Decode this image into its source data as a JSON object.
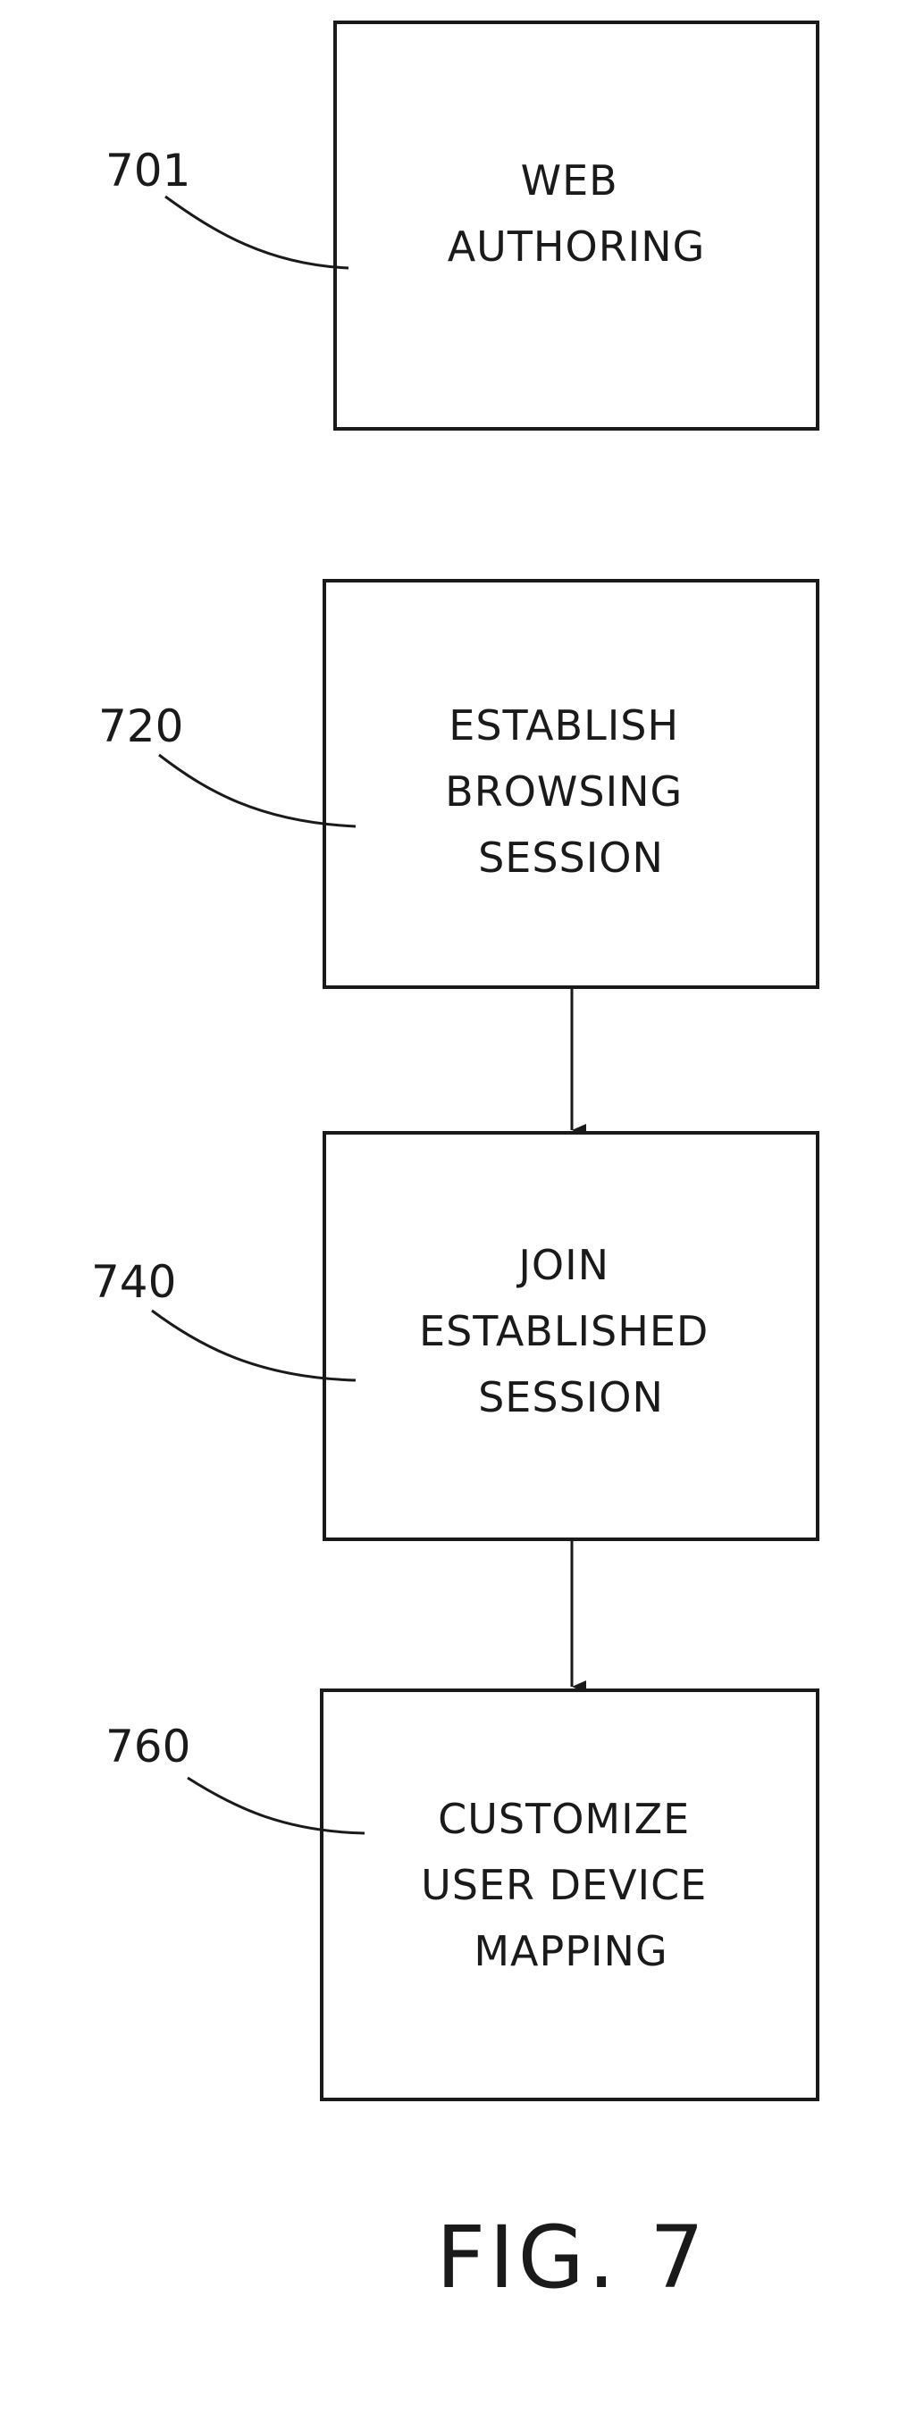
{
  "steps": [
    {
      "ref": "701",
      "lines": [
        "WEB",
        "AUTHORING"
      ]
    },
    {
      "ref": "720",
      "lines": [
        "ESTABLISH",
        "BROWSING",
        "SESSION"
      ]
    },
    {
      "ref": "740",
      "lines": [
        "JOIN",
        "ESTABLISHED",
        "SESSION"
      ]
    },
    {
      "ref": "760",
      "lines": [
        "CUSTOMIZE",
        "USER DEVICE",
        "MAPPING"
      ]
    }
  ],
  "arrows": [
    {
      "from": 1,
      "to": 2
    },
    {
      "from": 2,
      "to": 3
    }
  ],
  "figure_label": "FIG. 7"
}
